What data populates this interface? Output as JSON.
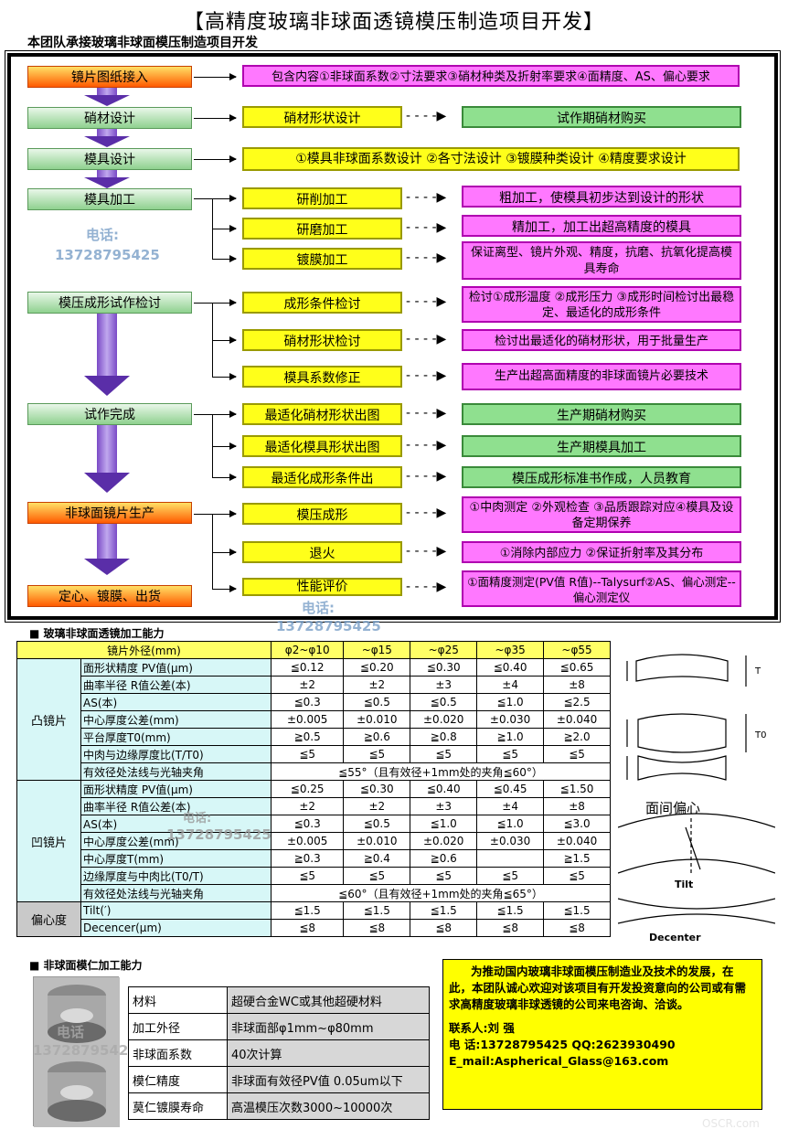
{
  "header": {
    "title": "【高精度玻璃非球面透镜模压制造项目开发】",
    "subtitle": "本团队承接玻璃非球面模压制造项目开发"
  },
  "flow": {
    "steps": [
      "镜片图纸接入",
      "硝材设计",
      "模具设计",
      "模具加工",
      "模压成形试作检讨",
      "试作完成",
      "非球面镜片生产",
      "定心、镀膜、出货"
    ],
    "row0": "包含内容①非球面系数②寸法要求③硝材种类及折射率要求④面精度、AS、偏心要求",
    "row1": {
      "mid": "硝材形状设计",
      "right": "试作期硝材购买"
    },
    "row2": "①模具非球面系数设计 ②各寸法设计 ③镀膜种类设计 ④精度要求设计",
    "row3": [
      {
        "mid": "研削加工",
        "right": "粗加工，使模具初步达到设计的形状"
      },
      {
        "mid": "研磨加工",
        "right": "精加工，加工出超高精度的模具"
      },
      {
        "mid": "镀膜加工",
        "right": "保证离型、镜片外观、精度，抗磨、抗氧化提高模具寿命"
      }
    ],
    "row4": [
      {
        "mid": "成形条件检讨",
        "right": "检讨①成形温度 ②成形压力 ③成形时间检讨出最稳定、最适化的成形条件"
      },
      {
        "mid": "硝材形状检讨",
        "right": "检讨出最适化的硝材形状，用于批量生产"
      },
      {
        "mid": "模具系数修正",
        "right": "生产出超高面精度的非球面镜片必要技术"
      }
    ],
    "row5": [
      {
        "mid": "最适化硝材形状出图",
        "right": "生产期硝材购买"
      },
      {
        "mid": "最适化模具形状出图",
        "right": "生产期模具加工"
      },
      {
        "mid": "最适化成形条件出",
        "right": "模压成形标准书作成，人员教育"
      }
    ],
    "row6": [
      {
        "mid": "模压成形",
        "right": "①中肉测定 ②外观检查 ③品质跟踪对应④模具及设备定期保养"
      },
      {
        "mid": "退火",
        "right": "①消除内部应力 ②保证折射率及其分布"
      },
      {
        "mid": "性能评价",
        "right": "①面精度测定(PV值 R值)--Talysurf②AS、偏心测定--偏心测定仪"
      }
    ],
    "dashes": "- - - -▶"
  },
  "watermark": {
    "label": "电话:",
    "phone": "13728795425",
    "label2": "电话"
  },
  "capability": {
    "title": "■ 玻璃非球面透镜加工能力",
    "header": [
      "镜片外径(mm)",
      "φ2~φ10",
      "~φ15",
      "~φ25",
      "~φ35",
      "~φ55"
    ],
    "convex_label": "凸镜片",
    "convex": [
      [
        "面形状精度 PV值(μm)",
        "≦0.12",
        "≦0.20",
        "≦0.30",
        "≦0.40",
        "≦0.65"
      ],
      [
        "曲率半径 R值公差(本)",
        "±2",
        "±2",
        "±3",
        "±4",
        "±8"
      ],
      [
        "AS(本)",
        "≦0.3",
        "≦0.5",
        "≦0.5",
        "≦1.0",
        "≦2.5"
      ],
      [
        "中心厚度公差(mm)",
        "±0.005",
        "±0.010",
        "±0.020",
        "±0.030",
        "±0.040"
      ],
      [
        "平台厚度T0(mm)",
        "≧0.5",
        "≧0.6",
        "≧0.8",
        "≧1.0",
        "≧2.0"
      ],
      [
        "中肉与边缘厚度比(T/T0)",
        "≦5",
        "≦5",
        "≦5",
        "≦5",
        "≦5"
      ]
    ],
    "convex_angle": [
      "有效径处法线与光轴夹角",
      "≦55°（且有效径+1mm处的夹角≦60°）"
    ],
    "concave_label": "凹镜片",
    "concave": [
      [
        "面形状精度 PV值(μm)",
        "≦0.25",
        "≦0.30",
        "≦0.40",
        "≦0.45",
        "≦1.50"
      ],
      [
        "曲率半径 R值公差(本)",
        "±2",
        "±2",
        "±3",
        "±4",
        "±8"
      ],
      [
        "AS(本)",
        "≦0.3",
        "≦0.5",
        "≦1.0",
        "≦1.0",
        "≦3.0"
      ],
      [
        "中心厚度公差(mm)",
        "±0.005",
        "±0.010",
        "±0.020",
        "±0.030",
        "±0.040"
      ],
      [
        "中心厚度T(mm)",
        "≧0.3",
        "≧0.4",
        "≧0.6",
        "",
        "≧1.5"
      ],
      [
        "边缘厚度与中肉比(T0/T)",
        "≦5",
        "≦5",
        "≦5",
        "≦5",
        "≦5"
      ]
    ],
    "concave_angle": [
      "有效径处法线与光轴夹角",
      "≦60°（且有效径+1mm处的夹角≦65°）"
    ],
    "decenter_label": "偏心度",
    "decenter": [
      [
        "Tilt(′)",
        "≦1.5",
        "≦1.5",
        "≦1.5",
        "≦1.5",
        "≦1.5"
      ],
      [
        "Decencer(μm)",
        "≦8",
        "≦8",
        "≦8",
        "≦8",
        "≦8"
      ]
    ]
  },
  "diagram": {
    "label1": "面间偏心",
    "label2": "Tilt",
    "label3": "Decenter",
    "t": "T",
    "t0": "T0"
  },
  "mold": {
    "title": "■ 非球面模仁加工能力",
    "rows": [
      [
        "材料",
        "超硬合金WC或其他超硬材料"
      ],
      [
        "加工外径",
        "非球面部φ1mm~φ80mm"
      ],
      [
        "非球面系数",
        "40次计算"
      ],
      [
        "模仁精度",
        "非球面有效径PV值 0.05um以下"
      ],
      [
        "莫仁镀膜寿命",
        "高温模压次数3000~10000次"
      ]
    ]
  },
  "promo": {
    "text": "为推动国内玻璃非球面模压制造业及技术的发展，在此，本团队诚心欢迎对该项目有开发投资意向的公司或有需求高精度玻璃非球透镜的公司来电咨询、洽谈。",
    "contact": "联系人:刘 强",
    "phone": "电 话:13728795425   QQ:2623930490",
    "email": "E_mail:Aspherical_Glass@163.com"
  },
  "footer_mark": "OSCR.com"
}
